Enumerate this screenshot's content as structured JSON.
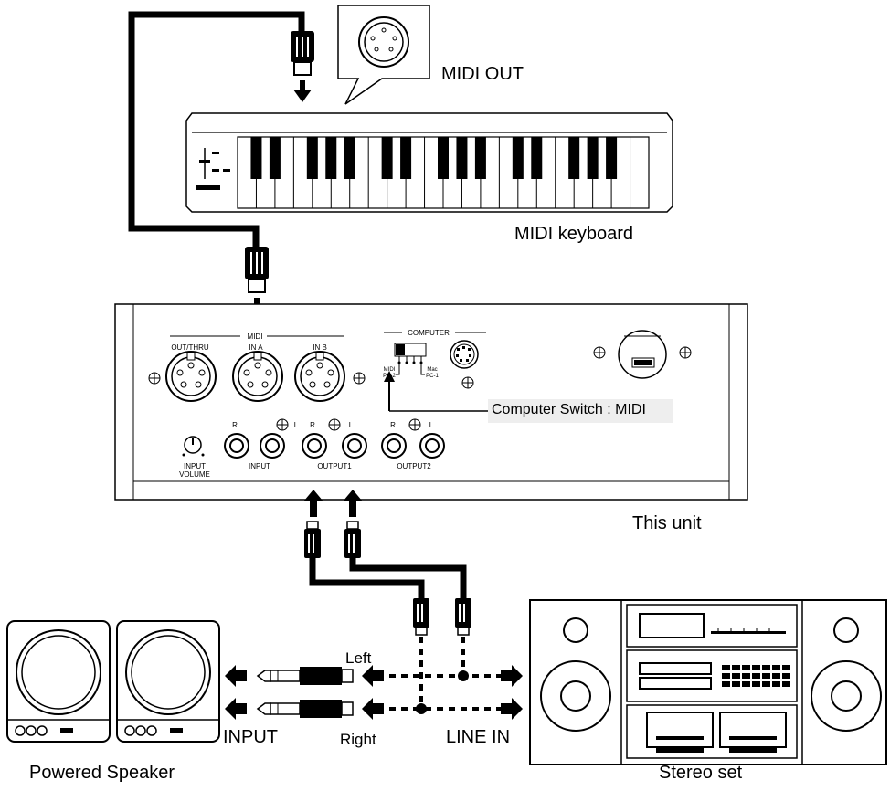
{
  "callout": {
    "midi_out": "MIDI OUT"
  },
  "devices": {
    "keyboard": "MIDI keyboard",
    "unit": "This unit",
    "speaker": "Powered Speaker",
    "stereo": "Stereo set"
  },
  "panel": {
    "midi_group": "MIDI",
    "out_thru": "OUT/THRU",
    "in_a": "IN A",
    "in_b": "IN B",
    "computer_group": "COMPUTER",
    "sw_midi": "MIDI",
    "sw_pc2": "PC-2",
    "sw_mac": "Mac",
    "sw_pc1": "PC-1",
    "r": "R",
    "l": "L",
    "input_volume_1": "INPUT",
    "input_volume_2": "VOLUME",
    "input": "INPUT",
    "output1": "OUTPUT1",
    "output2": "OUTPUT2"
  },
  "callout_switch": "Computer Switch : MIDI",
  "connections": {
    "left": "Left",
    "right": "Right",
    "input": "INPUT",
    "line_in": "LINE IN"
  }
}
